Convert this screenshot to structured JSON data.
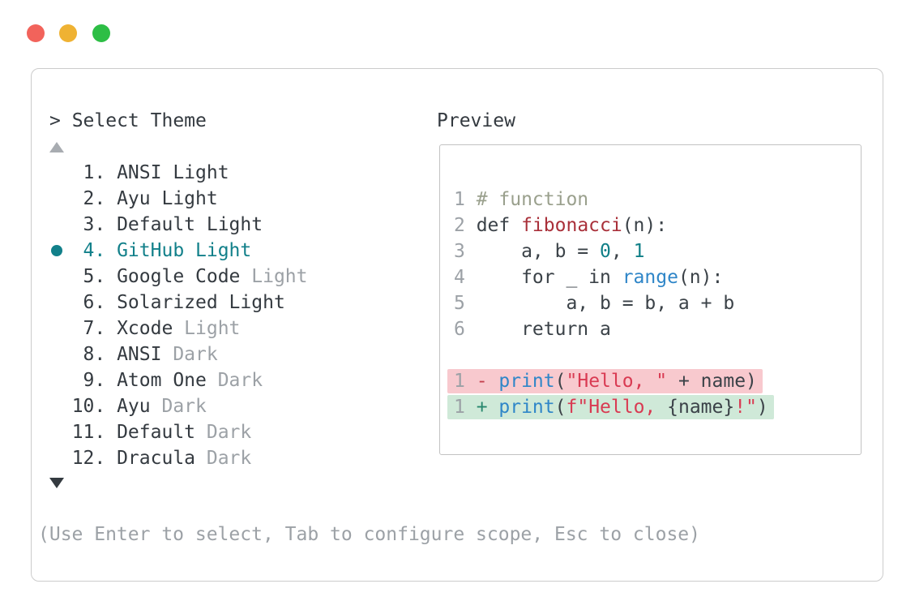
{
  "window": {
    "traffic_lights": {
      "red": "#f2635b",
      "yellow": "#efb233",
      "green": "#2dbe45"
    }
  },
  "theme_picker": {
    "prompt": "> Select Theme",
    "items": [
      {
        "num": "1.",
        "name": "ANSI Light",
        "suffix": "",
        "selected": false
      },
      {
        "num": "2.",
        "name": "Ayu Light",
        "suffix": "",
        "selected": false
      },
      {
        "num": "3.",
        "name": "Default Light",
        "suffix": "",
        "selected": false
      },
      {
        "num": "4.",
        "name": "GitHub Light",
        "suffix": "",
        "selected": true
      },
      {
        "num": "5.",
        "name": "Google Code ",
        "suffix": "Light",
        "selected": false
      },
      {
        "num": "6.",
        "name": "Solarized Light",
        "suffix": "",
        "selected": false
      },
      {
        "num": "7.",
        "name": "Xcode ",
        "suffix": "Light",
        "selected": false
      },
      {
        "num": "8.",
        "name": "ANSI ",
        "suffix": "Dark",
        "selected": false
      },
      {
        "num": "9.",
        "name": "Atom One ",
        "suffix": "Dark",
        "selected": false
      },
      {
        "num": "10.",
        "name": "Ayu ",
        "suffix": "Dark",
        "selected": false
      },
      {
        "num": "11.",
        "name": "Default ",
        "suffix": "Dark",
        "selected": false
      },
      {
        "num": "12.",
        "name": "Dracula ",
        "suffix": "Dark",
        "selected": false
      }
    ],
    "help": "(Use Enter to select, Tab to configure scope, Esc to close)"
  },
  "preview": {
    "label": "Preview",
    "lines": {
      "l1": {
        "ln": "1",
        "comment": "# function"
      },
      "l2": {
        "ln": "2",
        "p1": "def ",
        "fn": "fibonacci",
        "p2": "(n):"
      },
      "l3": {
        "ln": "3",
        "p1": "    a, b = ",
        "n1": "0",
        "p2": ", ",
        "n2": "1"
      },
      "l4": {
        "ln": "4",
        "p1": "    for _ in ",
        "bi": "range",
        "p2": "(n):"
      },
      "l5": {
        "ln": "5",
        "p1": "        a, b = b, a + b"
      },
      "l6": {
        "ln": "6",
        "p1": "    return a"
      },
      "d1": {
        "ln": "1",
        "op": "- ",
        "bi": "print",
        "p1": "(",
        "s1": "\"Hello, \"",
        "p2": " + name)"
      },
      "d2": {
        "ln": "1",
        "op": "+ ",
        "bi": "print",
        "p1": "(",
        "s1": "f\"Hello, ",
        "p2": "{name}",
        "s2": "!\"",
        "p3": ")"
      }
    }
  },
  "colors": {
    "accent_teal": "#12808a",
    "text_dark": "#343a40",
    "text_muted": "#9ca1a6",
    "comment": "#9aa08d",
    "function_red": "#a9303a",
    "number_teal": "#107f87",
    "builtin_blue": "#2f86c8",
    "string_crimson": "#d93a52",
    "diff_minus": "#c4404d",
    "diff_plus": "#27876d",
    "diff_removed_bg": "#f8c9ce",
    "diff_added_bg": "#cfe9d8"
  }
}
